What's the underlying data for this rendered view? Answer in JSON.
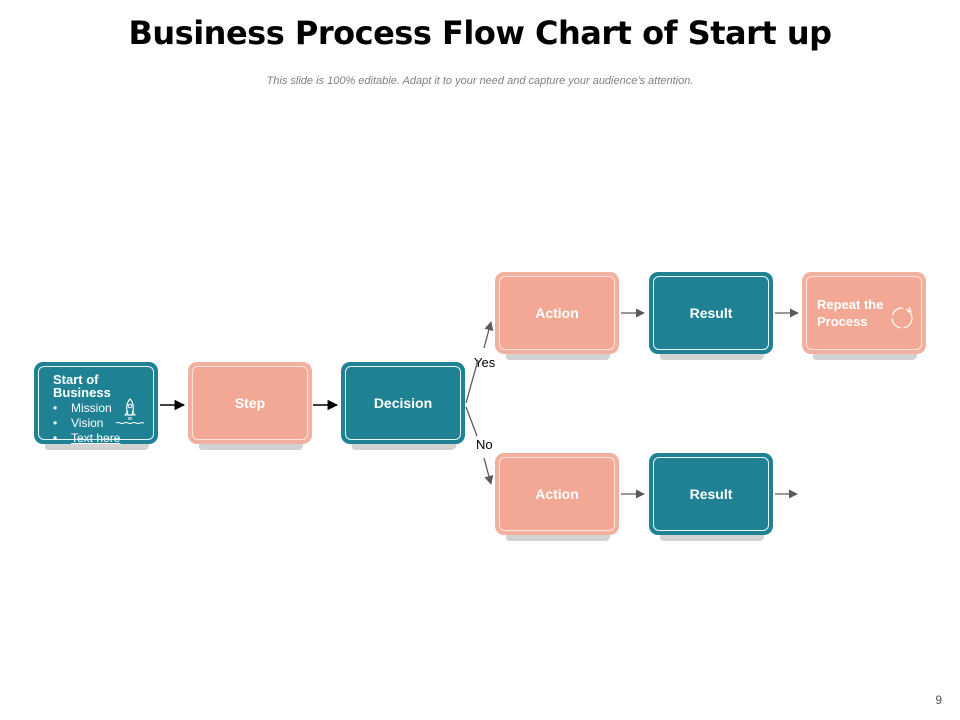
{
  "slide": {
    "title": "Business Process Flow Chart of Start up",
    "subtitle": "This slide is 100% editable. Adapt it to your need and capture your audience’s attention.",
    "page_number": "9"
  },
  "flow": {
    "start": {
      "title": "Start of Business",
      "items": [
        "Mission",
        "Vision",
        "Text here"
      ],
      "icon": "rocket-icon"
    },
    "step": "Step",
    "decision": "Decision",
    "yes_label": "Yes",
    "no_label": "No",
    "yes_branch": {
      "action": "Action",
      "result": "Result"
    },
    "repeat": {
      "label": "Repeat the Process",
      "icon": "refresh-cycle-icon"
    },
    "no_branch": {
      "action": "Action",
      "result": "Result"
    }
  },
  "colors": {
    "teal": "#1f8294",
    "salmon": "#f2a894"
  }
}
